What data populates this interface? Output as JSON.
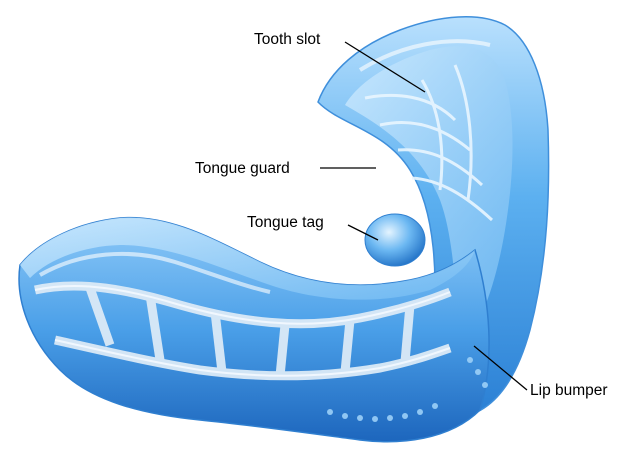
{
  "diagram": {
    "labels": {
      "tooth_slot": "Tooth slot",
      "tongue_guard": "Tongue guard",
      "tongue_tag": "Tongue tag",
      "lip_bumper": "Lip bumper"
    },
    "colors": {
      "background": "#ffffff",
      "appliance_body": "#4fa8ec",
      "appliance_light": "#a9d8fb",
      "appliance_dark": "#1f6fc4",
      "frame": "#d7e8f6",
      "leader_line": "#000000"
    }
  }
}
